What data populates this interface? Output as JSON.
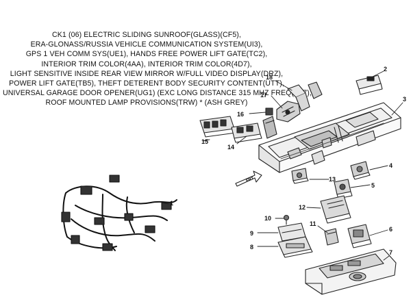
{
  "diagram": {
    "title_lines": [
      "CK1 (06) ELECTRIC SLIDING SUNROOF(GLASS)(CF5),",
      "ERA-GLONASS/RUSSIA VEHICLE COMMUNICATION SYSTEM(UI3),",
      "GPS 1 VEH COMM SYS(UE1), HANDS FREE POWER LIFT GATE(TC2),",
      "INTERIOR TRIM COLOR(4AA), INTERIOR TRIM COLOR(4D7),",
      "LIGHT SENSITIVE INSIDE REAR VIEW MIRROR W/FULL VIDEO DISPLAY(DRZ),",
      "POWER LIFT GATE(TB5), THEFT DETERENT BODY SECURITY CONTENT(UTT),",
      "UNIVERSAL GARAGE DOOR OPENER(UG1) (EXC LONG DISTANCE 315 MHZ FREQ(XL7),",
      "ROOF MOUNTED LAMP PROVISIONS(TRW) * (ASH GREY)"
    ],
    "callouts": {
      "c1": "1",
      "c2": "2",
      "c3": "3",
      "c4": "4",
      "c5": "5",
      "c6": "6",
      "c7": "7",
      "c8": "8",
      "c9": "9",
      "c10": "10",
      "c11": "11",
      "c12": "12",
      "c13": "13",
      "c14": "14",
      "c15": "15",
      "c16": "16",
      "c17": "17",
      "c18": "18"
    },
    "front_arrow_label": "FRT"
  }
}
